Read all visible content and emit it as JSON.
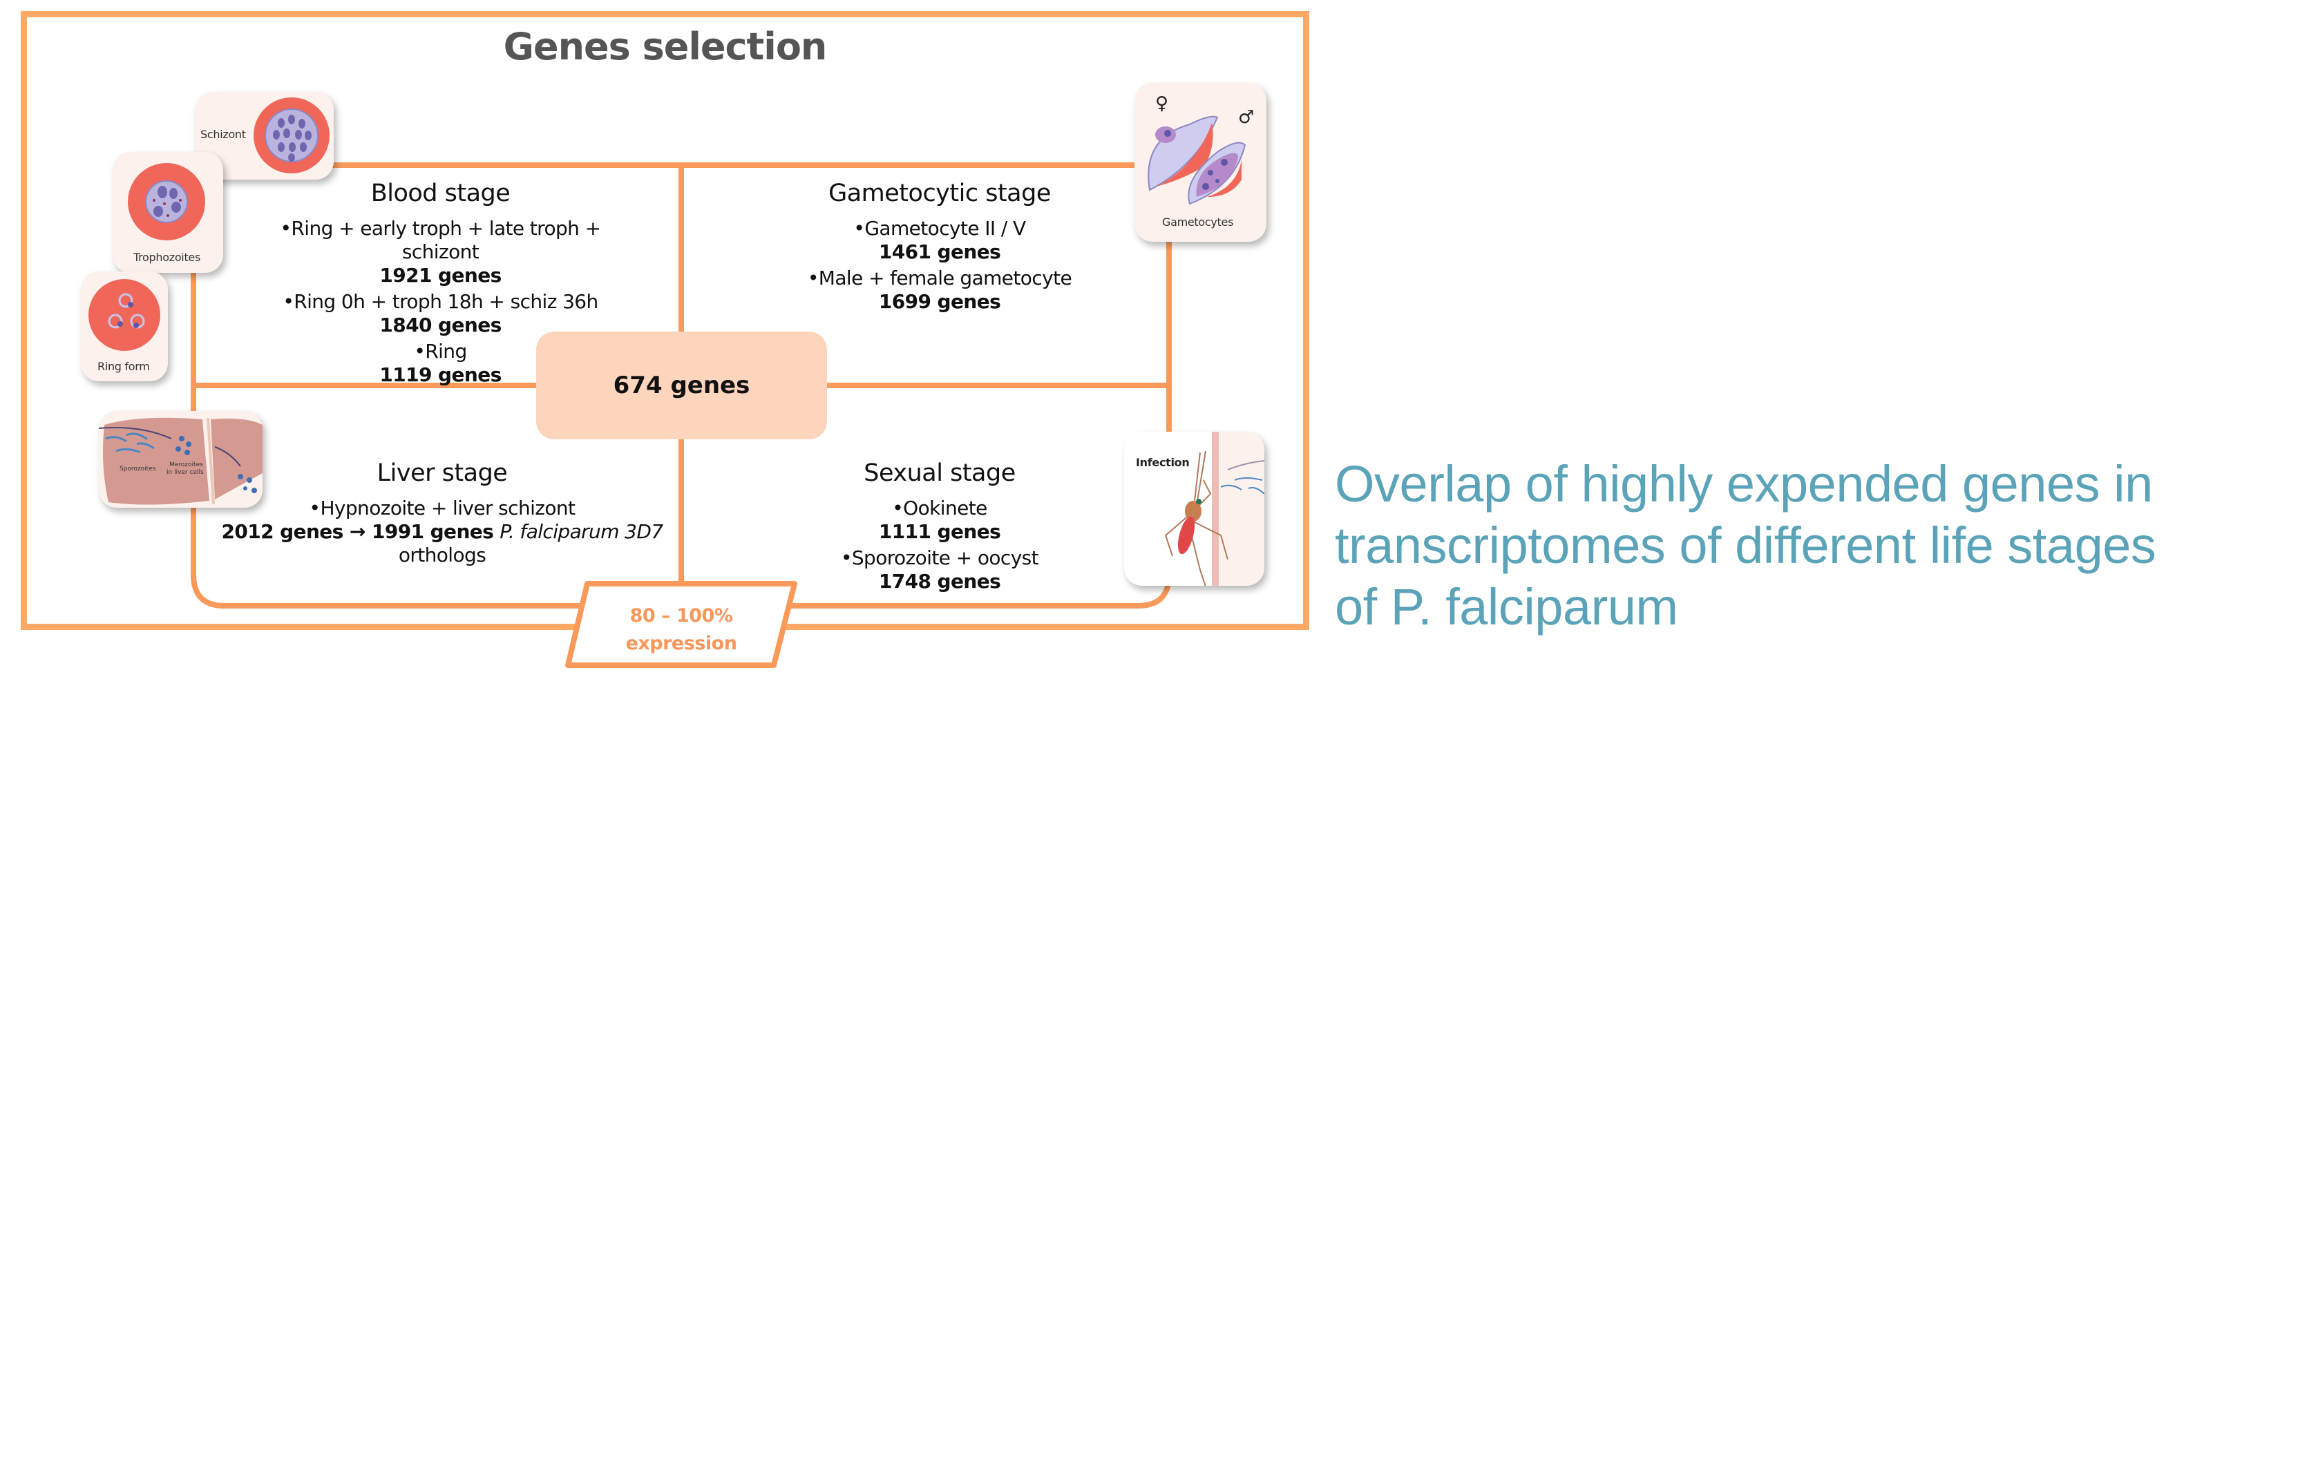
{
  "title": "Genes selection",
  "center": {
    "label": "674 genes"
  },
  "threshold": {
    "line1": "80 – 100%",
    "line2": "expression"
  },
  "stages": {
    "blood": {
      "heading": "Blood stage",
      "groups": [
        {
          "item": "•Ring + early troph + late troph + schizont",
          "count": "1921 genes"
        },
        {
          "item": "•Ring 0h + troph 18h + schiz 36h",
          "count": "1840 genes"
        },
        {
          "item": "•Ring",
          "count": "1119 genes"
        }
      ]
    },
    "gametocytic": {
      "heading": "Gametocytic stage",
      "groups": [
        {
          "item": "•Gametocyte II / V",
          "count": "1461 genes"
        },
        {
          "item": "•Male + female gametocyte",
          "count": "1699 genes"
        }
      ]
    },
    "liver": {
      "heading": "Liver stage",
      "item": "•Hypnozoite + liver schizont",
      "count_from": "2012 genes",
      "arrow": "→",
      "count_to": "1991 genes",
      "species": "P. falciparum 3D7",
      "suffix": "orthologs"
    },
    "sexual": {
      "heading": "Sexual stage",
      "groups": [
        {
          "item": "•Ookinete",
          "count": "1111 genes"
        },
        {
          "item": "•Sporozoite + oocyst",
          "count": "1748 genes"
        }
      ]
    }
  },
  "illustrations": {
    "schizont": {
      "label": "Schizont",
      "icon": "schizont-cell-icon"
    },
    "trophozoites": {
      "label": "Trophozoites",
      "icon": "trophozoite-cell-icon"
    },
    "ring_form": {
      "label": "Ring form",
      "icon": "ring-form-cell-icon"
    },
    "liver": {
      "label_1": "Sporozoites",
      "label_2a": "Merozoites",
      "label_2b": "in liver cells",
      "icon": "liver-icon"
    },
    "gametocytes": {
      "label": "Gametocytes",
      "female_symbol": "♀",
      "male_symbol": "♂",
      "icon": "gametocytes-icon"
    },
    "infection": {
      "label": "Infection",
      "icon": "mosquito-icon"
    }
  },
  "caption": {
    "lines": [
      "Overlap of highly expended genes in",
      "transcriptomes of different life stages",
      "of P. falciparum"
    ]
  },
  "colors": {
    "frame_orange": "#FFA965",
    "line_orange": "#F99A5B",
    "center_fill": "#FDD5BD",
    "threshold_text": "#F7975A",
    "caption_teal": "#5BA3B8",
    "title_gray": "#555555",
    "card_bg": "#FCF1EC",
    "rbc_red": "#F0675A",
    "parasite_purple": "#B9B3DE"
  }
}
